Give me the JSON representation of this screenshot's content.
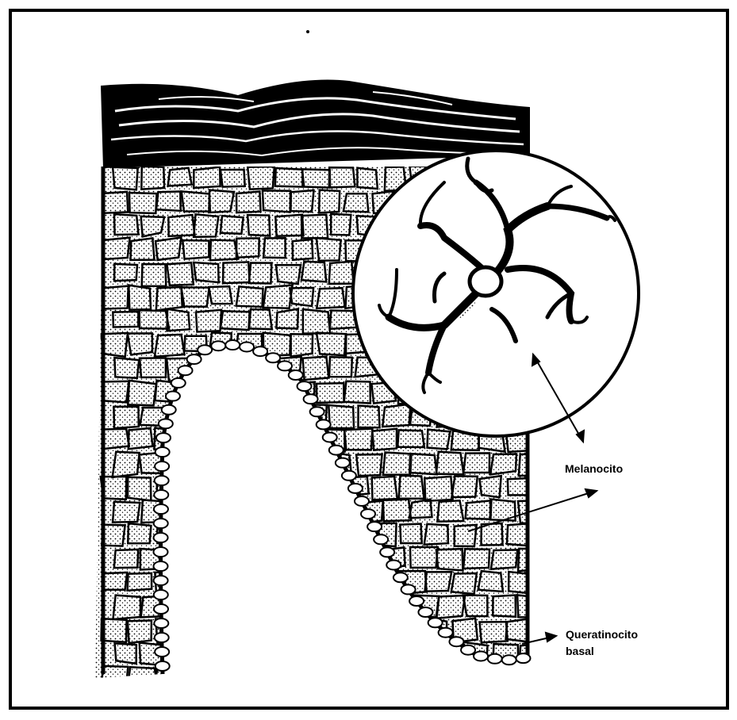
{
  "labels": {
    "melanocito": "Melanocito",
    "queratinocito_line1": "Queratinocito",
    "queratinocito_line2": "basal"
  },
  "colors": {
    "ink": "#000000",
    "paper": "#ffffff",
    "frame": "#000000"
  }
}
